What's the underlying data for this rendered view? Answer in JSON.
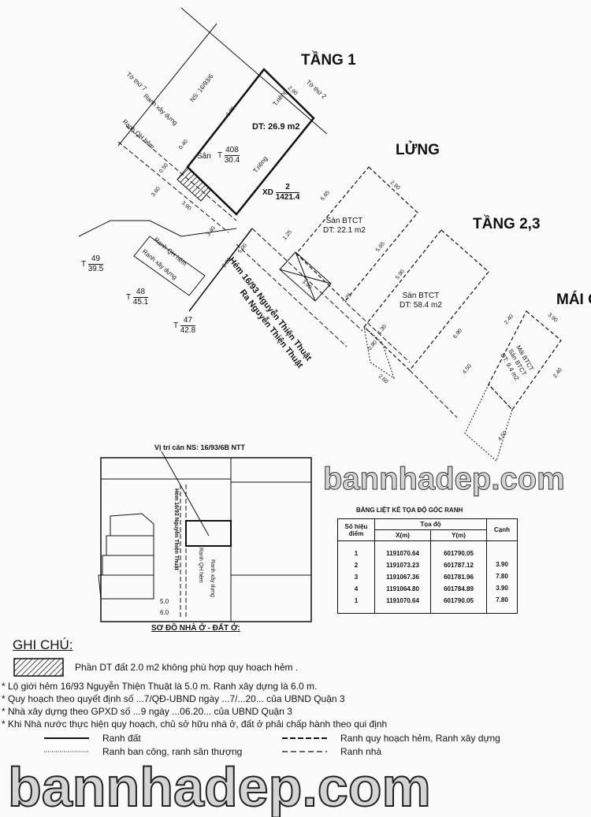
{
  "headings": {
    "tang1": "TẦNG 1",
    "lung": "LỬNG",
    "tang23": "TẦNG 2,3",
    "mai": "MÁI CHE"
  },
  "plot": {
    "to_thu_7": "Tờ thứ 7",
    "to_thu_2": "Tờ thứ 2",
    "ns": "NS: 16/93/6",
    "dt1": "DT: 26.9 m2",
    "t_rieng": "T.riêng",
    "san": "Sân",
    "t408": "408",
    "t408b": "30.4",
    "xd": "XD",
    "xd_num": "2",
    "xd_den": "1421.4",
    "ranh_xay_dung": "Ranh xây dựng",
    "ranh_qh_hem": "Ranh QH hẻm",
    "t49": "49",
    "t49b": "39.5",
    "t48": "48",
    "t48b": "45.1",
    "t47": "47",
    "t47b": "42.8",
    "hem": "Hẻm 16/93 Nguyễn Thiện Thuật",
    "ra": "Ra Nguyễn Thiện Thuật",
    "san_btct": "Sàn BTCT",
    "dt_lung": "DT: 22.1 m2",
    "dt_tang23": "DT: 58.4 m2",
    "mai_btct": "Mái BTCT",
    "dt_mai": "DT: 9.4 m2",
    "dims": [
      "2.90",
      "6.90",
      "0.40",
      "0.50",
      "3.60",
      "3.90",
      "3.40",
      "6.00",
      "5.00",
      "5.65",
      "2.90",
      "1.25",
      "1.75",
      "3.90",
      "5.65",
      "5.90",
      "6.90",
      "1.30",
      "0.90",
      "2.60",
      "4.50",
      "2.40",
      "3.90",
      "2.40",
      "4.50"
    ]
  },
  "inset": {
    "title": "Vị trí căn NS: 16/93/6B NTT",
    "hem": "Hẻm 16/93 Nguyễn Thiện Thuật",
    "ranh_xd": "Ranh xây dựng",
    "ranh_qh": "Ranh QH hẻm",
    "v50": "5.0",
    "v60": "6.0",
    "caption": "SƠ ĐỒ NHÀ Ở - ĐẤT Ở:"
  },
  "table": {
    "title": "BẢNG LIỆT KÊ TỌA ĐỘ GÓC RANH",
    "headers": {
      "so_hieu": "Số hiệu điểm",
      "toa_do": "Tọa độ",
      "x": "X(m)",
      "y": "Y(m)",
      "canh": "Cạnh"
    },
    "rows": [
      {
        "id": "1",
        "x": "1191070.64",
        "y": "601790.05"
      },
      {
        "id": "2",
        "x": "1191073.23",
        "y": "601787.12"
      },
      {
        "id": "3",
        "x": "1191067.36",
        "y": "601781.96"
      },
      {
        "id": "4",
        "x": "1191064.80",
        "y": "601784.89"
      },
      {
        "id": "1",
        "x": "1191070.64",
        "y": "601790.05"
      }
    ],
    "canh": [
      "3.90",
      "7.80",
      "3.90",
      "7.80"
    ]
  },
  "notes": {
    "title": "GHI CHÚ:",
    "hatch": "Phần DT đất  2.0 m2 không phù hợp quy hoạch hẻm .",
    "n1": "* Lộ giới hẻm 16/93 Nguyễn Thiện Thuật là 5.0 m. Ranh xây dựng là 6.0 m.",
    "n2": "* Quy hoạch theo quyết định số ...7/QĐ-UBND ngày ...7/...20... của UBND Quận 3",
    "n3": "* Nhà xây dựng theo GPXD số ...9 ngày ...06.20... của UBND Quận 3",
    "n4": "* Khi Nhà nước thực hiện quy hoạch, chủ sở hữu nhà ở, đất ở phải chấp hành theo qui định",
    "legend": {
      "ranh_dat": "Ranh đất",
      "ranh_qh": "Ranh quy hoạch hẻm, Ranh xây dựng",
      "ranh_ban_cong": "Ranh ban công, ranh sân thượng",
      "ranh_nha": "Ranh nhà"
    }
  },
  "watermark": {
    "small": "bannhadep.com",
    "large": "bannhadep.com"
  }
}
